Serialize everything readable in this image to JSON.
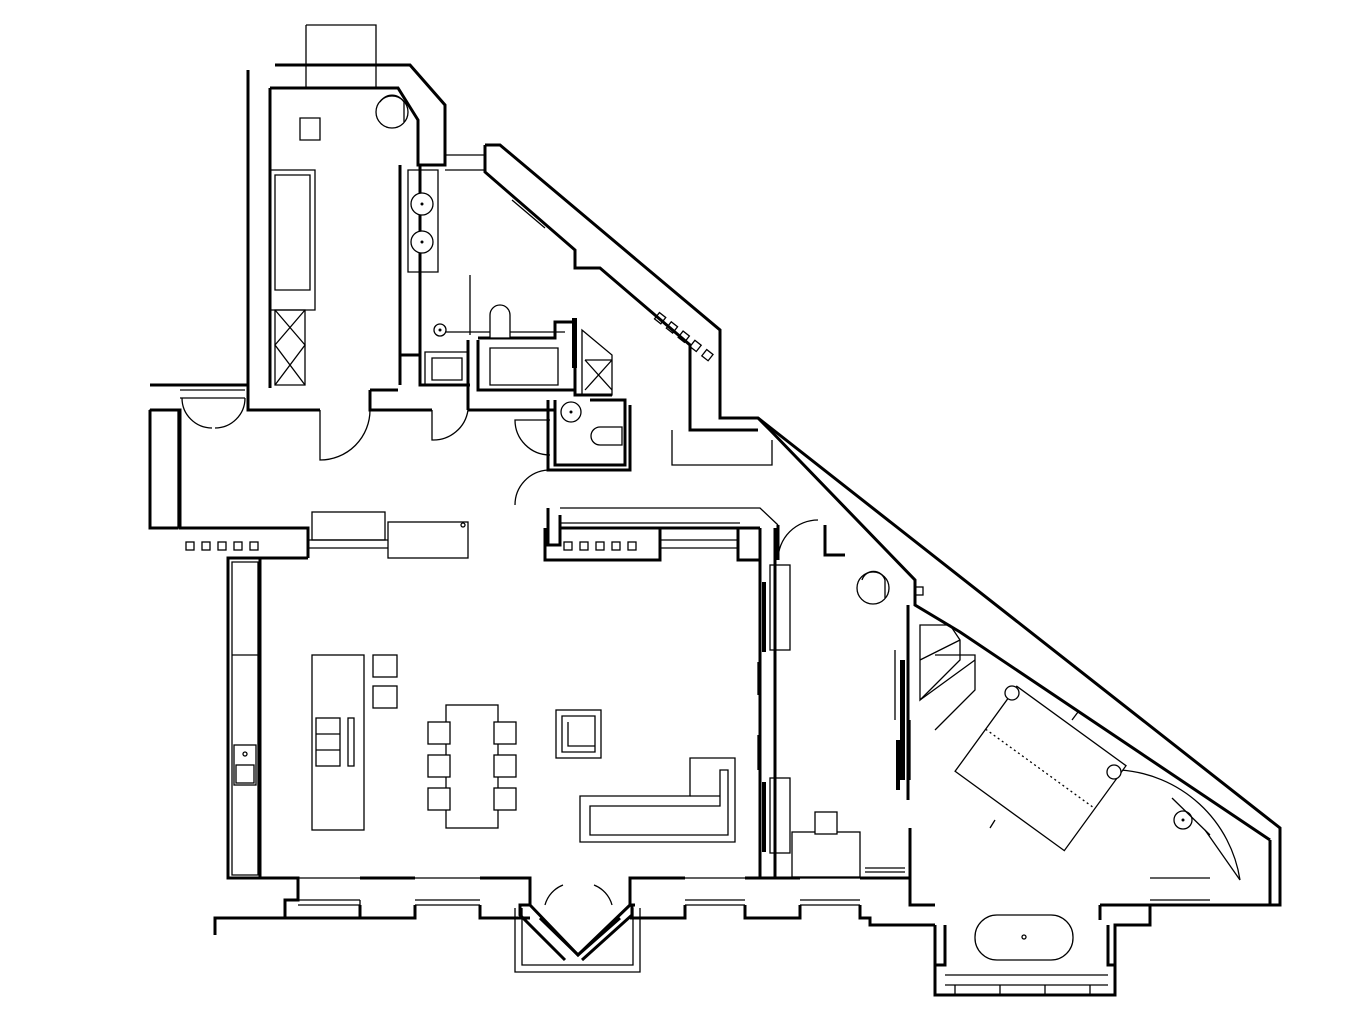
{
  "plan": {
    "kind": "architectural-floor-plan",
    "line_color": "#000000",
    "background_color": "#ffffff",
    "text_labels": [],
    "rooms": [
      "entry-hall",
      "living-dining-kitchen",
      "bathroom",
      "guest-wc",
      "laundry",
      "corridor",
      "bedroom",
      "dressing-room",
      "bay-window-bath"
    ],
    "fixtures": [
      "kitchen-island",
      "dining-table",
      "dining-chair",
      "sofa",
      "armchair",
      "side-table",
      "kitchen-sink",
      "double-bed",
      "freestanding-bathtub",
      "toilet",
      "washbasin",
      "shower",
      "desk",
      "radiator",
      "column-heater"
    ]
  }
}
